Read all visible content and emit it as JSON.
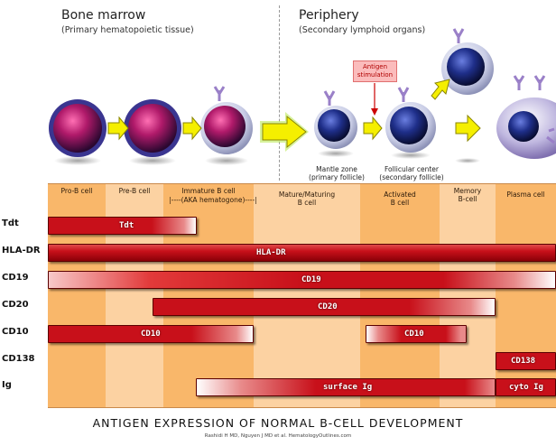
{
  "header": {
    "left_title": "Bone marrow",
    "left_subtitle": "(Primary hematopoietic tissue)",
    "right_title": "Periphery",
    "right_subtitle": "(Secondary lymphoid organs)",
    "antigen_box": "Antigen\nstimulation"
  },
  "cell_labels": {
    "mantle": "Mantle zone\n(primary follicle)",
    "follicular": "Follicular center\n(secondary follicle)"
  },
  "stages": [
    "Pro-B cell",
    "Pre-B cell",
    "Immature B cell",
    "Mature/Maturing\nB cell",
    "Activated\nB cell",
    "Memory\nB-cell",
    "Plasma cell"
  ],
  "aka_note": "|----(AKA hematogone)----|",
  "rows": [
    {
      "label": "Tdt",
      "bar_label": "Tdt"
    },
    {
      "label": "HLA-DR",
      "bar_label": "HLA-DR"
    },
    {
      "label": "CD19",
      "bar_label": "CD19"
    },
    {
      "label": "CD20",
      "bar_label": "CD20"
    },
    {
      "label": "CD10",
      "bar_label": "CD10",
      "bar2_label": "CD10"
    },
    {
      "label": "CD138",
      "bar_label": "CD138"
    },
    {
      "label": "Ig",
      "bar_label": "surface Ig",
      "bar2_label": "cyto Ig"
    }
  ],
  "caption": "ANTIGEN EXPRESSION OF NORMAL B-CELL DEVELOPMENT",
  "credit": "Rashidi H MD, Nguyen J MD et al. HematologyOutlines.com",
  "colors": {
    "band_dark": "#f9b76a",
    "band_light": "#fcd2a2",
    "bar_red": "#c8101a",
    "arrow_yellow": "#f5ef00",
    "arrow_green": "#b7e84a"
  }
}
